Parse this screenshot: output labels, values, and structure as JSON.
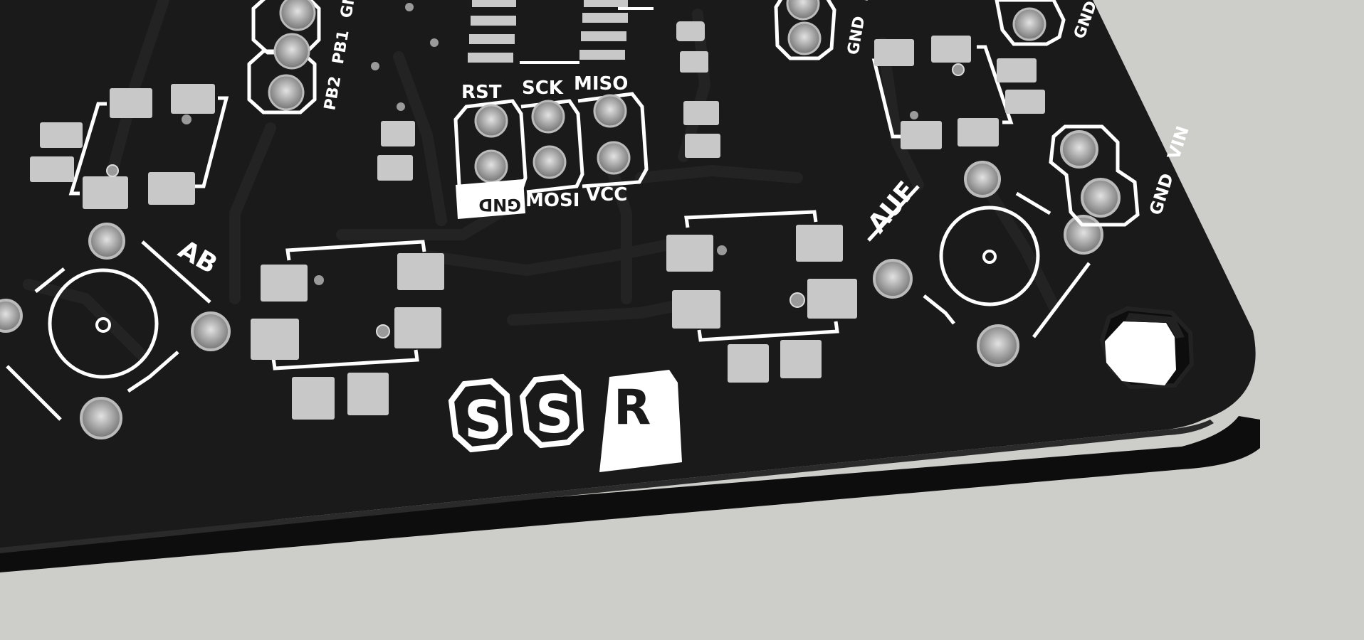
{
  "background_color": "#cdcec9",
  "board_color": "#1a1a1a",
  "pad_color": "#c8c8c8",
  "silkscreen_color": "#ffffff",
  "labels": {
    "pb2": "PB2",
    "pb1": "PB1",
    "gnd_top_left": "GND",
    "gnd_top_mid": "GND",
    "d_top_mid": "D",
    "gnd_top_right": "GND",
    "rst": "RST",
    "sck": "SCK",
    "miso": "MISO",
    "gnd_icsp": "GND",
    "mosi": "MOSI",
    "vcc": "VCC",
    "ab": "AB",
    "auf": "AUF",
    "gnd_power": "GND",
    "vin": "VIN",
    "logo_s1": "S",
    "logo_s2": "S",
    "logo_r": "R"
  },
  "icons": [
    "tactile-switch-icon",
    "mounting-hole-icon",
    "ssr-logo-icon"
  ]
}
